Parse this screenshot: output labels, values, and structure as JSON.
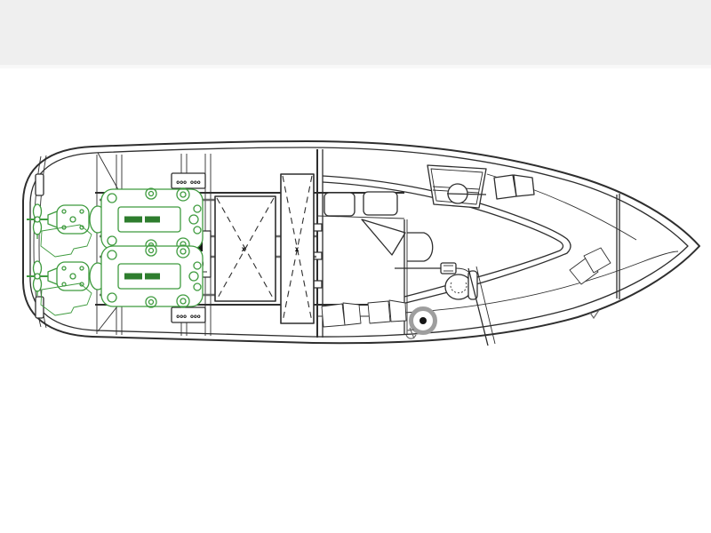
{
  "page": {
    "header_bar_color": "#efefef",
    "canvas_color": "#ffffff"
  },
  "diagram": {
    "kind": "yacht deck and engine room plan, top view",
    "colors": {
      "line": "#2e2e2e",
      "line_soft": "#555555",
      "engine_green": "#3f9b3f",
      "engine_green_dark": "#2e7d2e",
      "gray_ring": "#9e9e9e",
      "glyph_gray": "#6a6a6a"
    },
    "labels": {
      "battery_bank_1": "ooo ooo",
      "battery_bank_2": "ooo ooo",
      "hatch_marker_1": "x",
      "hatch_marker_2": "x"
    }
  }
}
